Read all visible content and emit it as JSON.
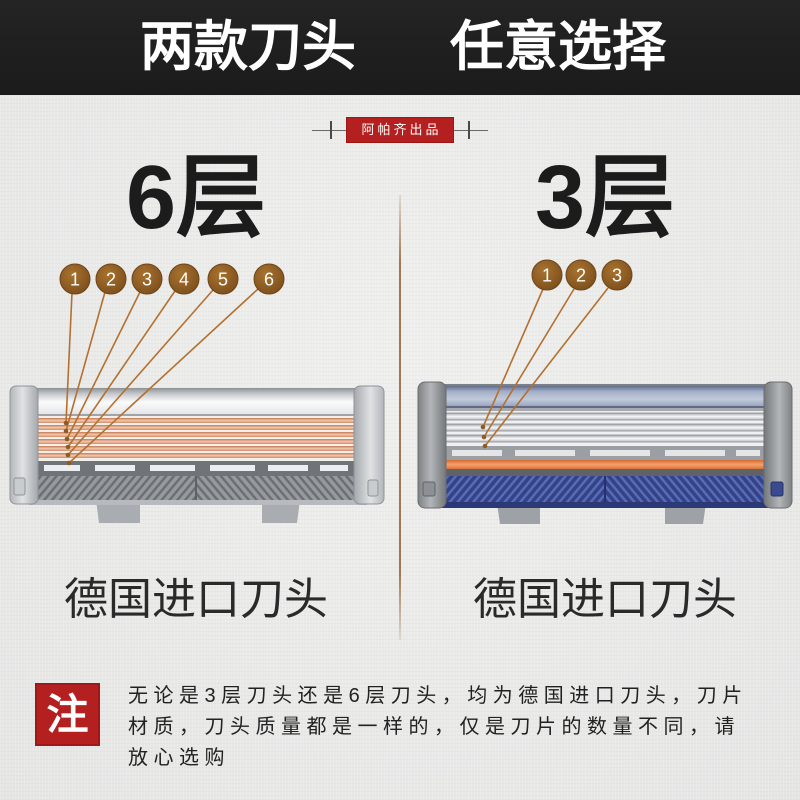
{
  "banner": {
    "left": "两款刀头",
    "right": "任意选择"
  },
  "stamp": {
    "label": "阿帕齐出品"
  },
  "left": {
    "title": "6层",
    "markers": [
      "1",
      "2",
      "3",
      "4",
      "5",
      "6"
    ],
    "caption": "德国进口刀头"
  },
  "right": {
    "title": "3层",
    "markers": [
      "1",
      "2",
      "3"
    ],
    "caption": "德国进口刀头"
  },
  "note": {
    "badge": "注",
    "lines": [
      "无论是3层刀头还是6层刀头，均为德国进口刀头，刀片",
      "材质，刀头质量都是一样的，仅是刀片的数量不同，请",
      "放心选购"
    ]
  },
  "colors": {
    "banner_bg": "#1d1d1d",
    "accent_red": "#b3201f",
    "marker_brown": "#8d5b23",
    "marker_line": "#b4702f",
    "background": "#e9e9e8"
  }
}
